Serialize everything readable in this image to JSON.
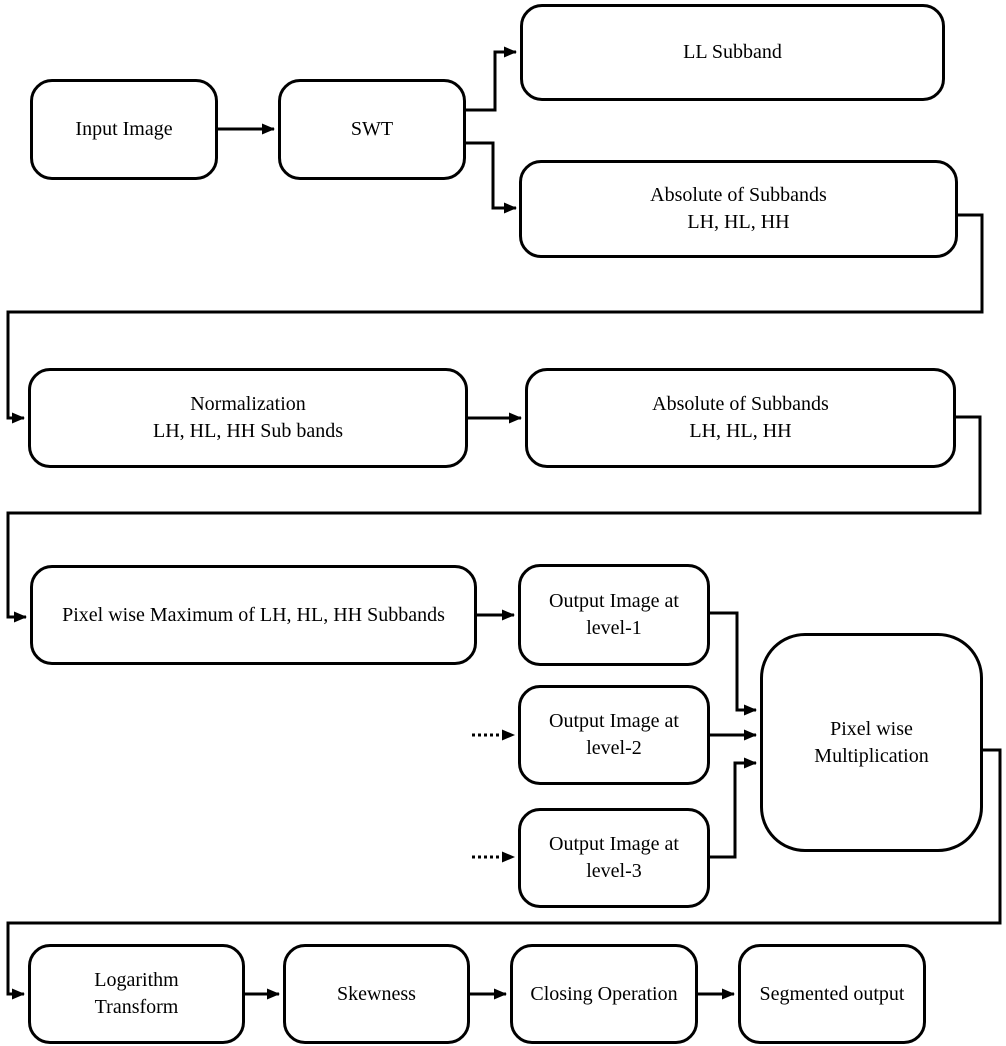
{
  "diagram": {
    "type": "flowchart",
    "colors": {
      "stroke": "#000000",
      "node_fill": "#ffffff",
      "text": "#000000",
      "background": "#ffffff"
    },
    "nodes": {
      "input_image": {
        "lines": [
          "Input Image"
        ]
      },
      "swt": {
        "lines": [
          "SWT"
        ]
      },
      "ll_subband": {
        "lines": [
          "LL Subband"
        ]
      },
      "abs_subbands_level1": {
        "lines": [
          "Absolute of Subbands",
          "LH, HL, HH"
        ]
      },
      "normalization": {
        "lines": [
          "Normalization",
          "LH, HL, HH Sub bands"
        ]
      },
      "abs_subbands_level2": {
        "lines": [
          "Absolute of Subbands",
          "LH, HL, HH"
        ]
      },
      "pixel_max": {
        "lines": [
          "Pixel wise Maximum of LH, HL, HH Subbands"
        ]
      },
      "output_level_1": {
        "lines": [
          "Output Image at",
          "level-1"
        ]
      },
      "output_level_2": {
        "lines": [
          "Output Image at",
          "level-2"
        ]
      },
      "output_level_3": {
        "lines": [
          "Output Image at",
          "level-3"
        ]
      },
      "pixel_multiplication": {
        "lines": [
          "Pixel wise",
          "Multiplication"
        ]
      },
      "logarithm_transform": {
        "lines": [
          "Logarithm",
          "Transform"
        ]
      },
      "skewness": {
        "lines": [
          "Skewness"
        ]
      },
      "closing_operation": {
        "lines": [
          "Closing Operation"
        ]
      },
      "segmented_output": {
        "lines": [
          "Segmented output"
        ]
      }
    },
    "edges": [
      {
        "from": "input_image",
        "to": "swt",
        "style": "solid"
      },
      {
        "from": "swt",
        "to": "ll_subband",
        "style": "solid"
      },
      {
        "from": "swt",
        "to": "abs_subbands_level1",
        "style": "solid"
      },
      {
        "from": "abs_subbands_level1",
        "to": "normalization",
        "style": "solid"
      },
      {
        "from": "normalization",
        "to": "abs_subbands_level2",
        "style": "solid"
      },
      {
        "from": "abs_subbands_level2",
        "to": "pixel_max",
        "style": "solid"
      },
      {
        "from": "pixel_max",
        "to": "output_level_1",
        "style": "solid"
      },
      {
        "from": "output_level_1",
        "to": "pixel_multiplication",
        "style": "solid"
      },
      {
        "from": "",
        "to": "output_level_2",
        "style": "dotted"
      },
      {
        "from": "output_level_2",
        "to": "pixel_multiplication",
        "style": "solid"
      },
      {
        "from": "",
        "to": "output_level_3",
        "style": "dotted"
      },
      {
        "from": "output_level_3",
        "to": "pixel_multiplication",
        "style": "solid"
      },
      {
        "from": "pixel_multiplication",
        "to": "logarithm_transform",
        "style": "solid"
      },
      {
        "from": "logarithm_transform",
        "to": "skewness",
        "style": "solid"
      },
      {
        "from": "skewness",
        "to": "closing_operation",
        "style": "solid"
      },
      {
        "from": "closing_operation",
        "to": "segmented_output",
        "style": "solid"
      }
    ]
  }
}
